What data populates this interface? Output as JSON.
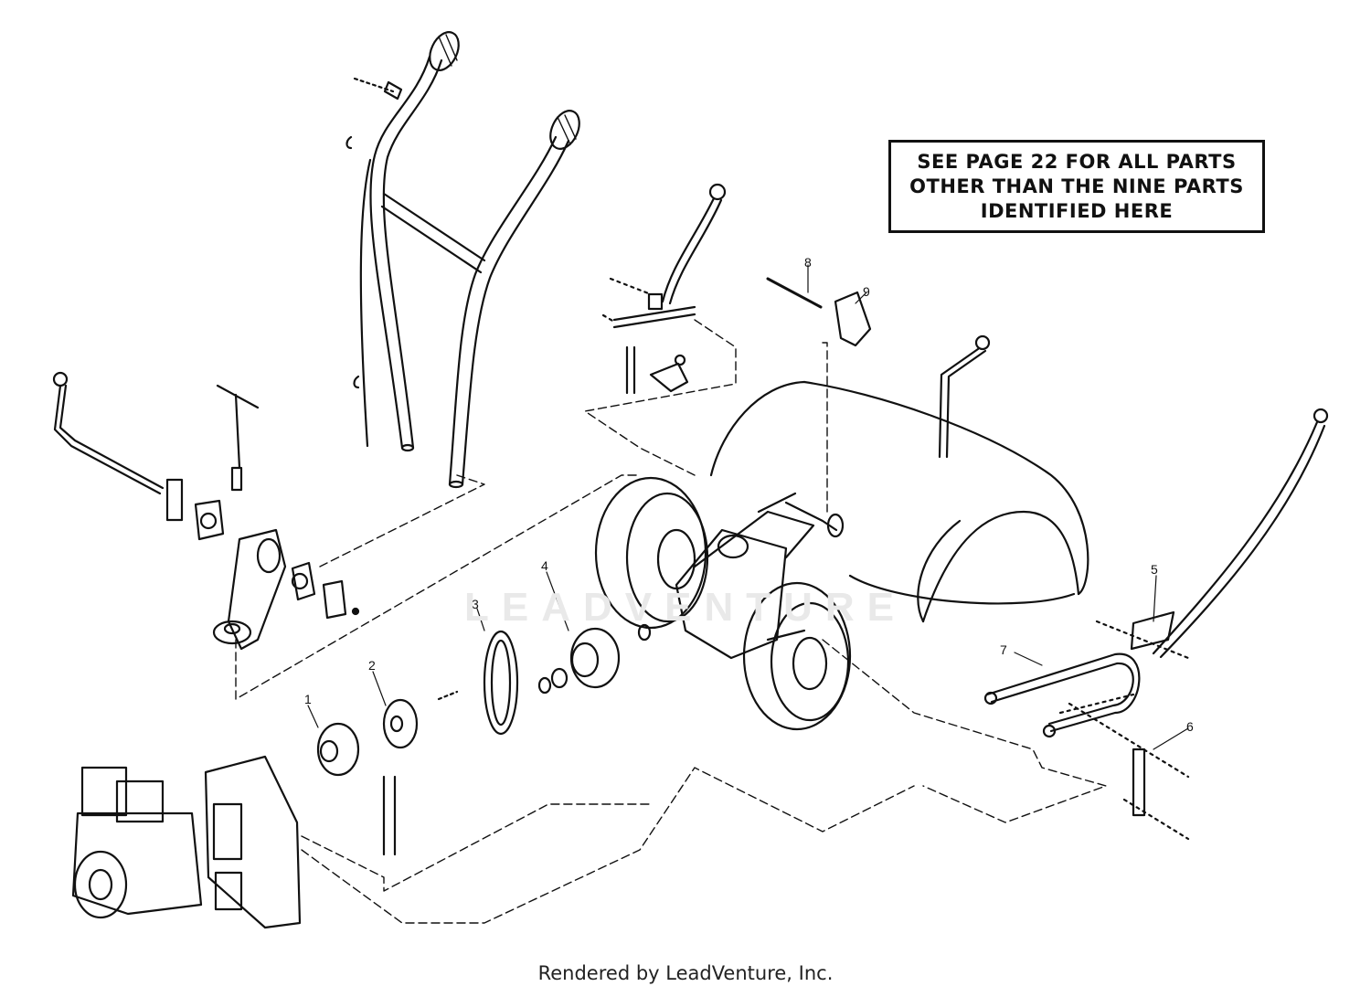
{
  "note": {
    "lines": [
      "SEE PAGE 22 FOR ALL PARTS",
      "OTHER THAN THE NINE PARTS",
      "IDENTIFIED HERE"
    ]
  },
  "callouts": {
    "p1": "1",
    "p2": "2",
    "p3": "3",
    "p4": "4",
    "p5": "5",
    "p6": "6",
    "p7": "7",
    "p8": "8",
    "p9": "9"
  },
  "watermark": "LEADVENTURE",
  "footer": "Rendered by LeadVenture, Inc."
}
